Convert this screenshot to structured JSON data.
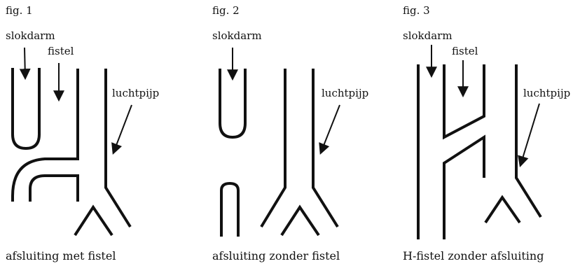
{
  "figures": [
    {
      "number": "fig. 1",
      "label_esophagus": "slokdarm",
      "label_fistula": "fistel",
      "label_trachea": "luchtpijp",
      "caption": "afsluiting met fistel"
    },
    {
      "number": "fig. 2",
      "label_esophagus": "slokdarm",
      "label_trachea": "luchtpijp",
      "caption": "afsluiting zonder fistel"
    },
    {
      "number": "fig. 3",
      "label_esophagus": "slokdarm",
      "label_fistula": "fistel",
      "label_trachea": "luchtpijp",
      "caption": "H-fistel zonder afsluiting"
    }
  ]
}
